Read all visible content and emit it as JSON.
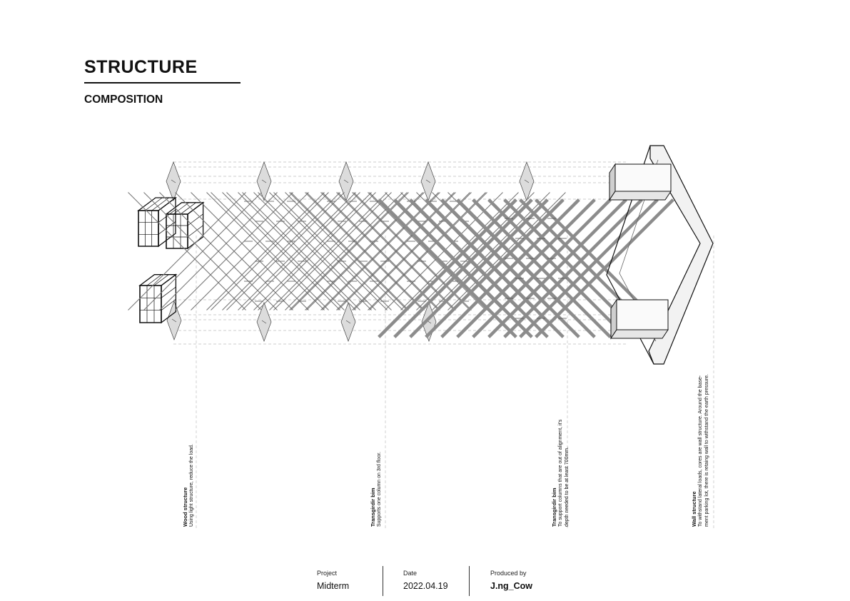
{
  "header": {
    "title": "STRUCTURE",
    "subtitle": "COMPOSITION"
  },
  "labels": [
    {
      "title": "Wood structure",
      "lines": [
        "Using light structure,  reduce the load."
      ]
    },
    {
      "title": "Transgirdir bim",
      "lines": [
        "Supports one column on 3rd floor."
      ]
    },
    {
      "title": "Transgirdir bim",
      "lines": [
        "To support columns that are out of alignment, it's",
        "depth needed to be at least 700mm."
      ]
    },
    {
      "title": "Wall structure",
      "lines": [
        "To withstand lateral loads, cores are wall structure. Around the base-",
        "ment parking lot, there is retaing wall to withstand the earth pressure."
      ]
    }
  ],
  "footer": {
    "project_label": "Project",
    "project_value": "Midterm",
    "date_label": "Date",
    "date_value": "2022.04.19",
    "produced_label": "Produced by",
    "produced_value": "J.ng_Cow"
  },
  "colors": {
    "ink": "#111111",
    "guide": "#9a9a9a",
    "beam_dark": "#8c8c8c",
    "panel": "#dcdcdc"
  }
}
